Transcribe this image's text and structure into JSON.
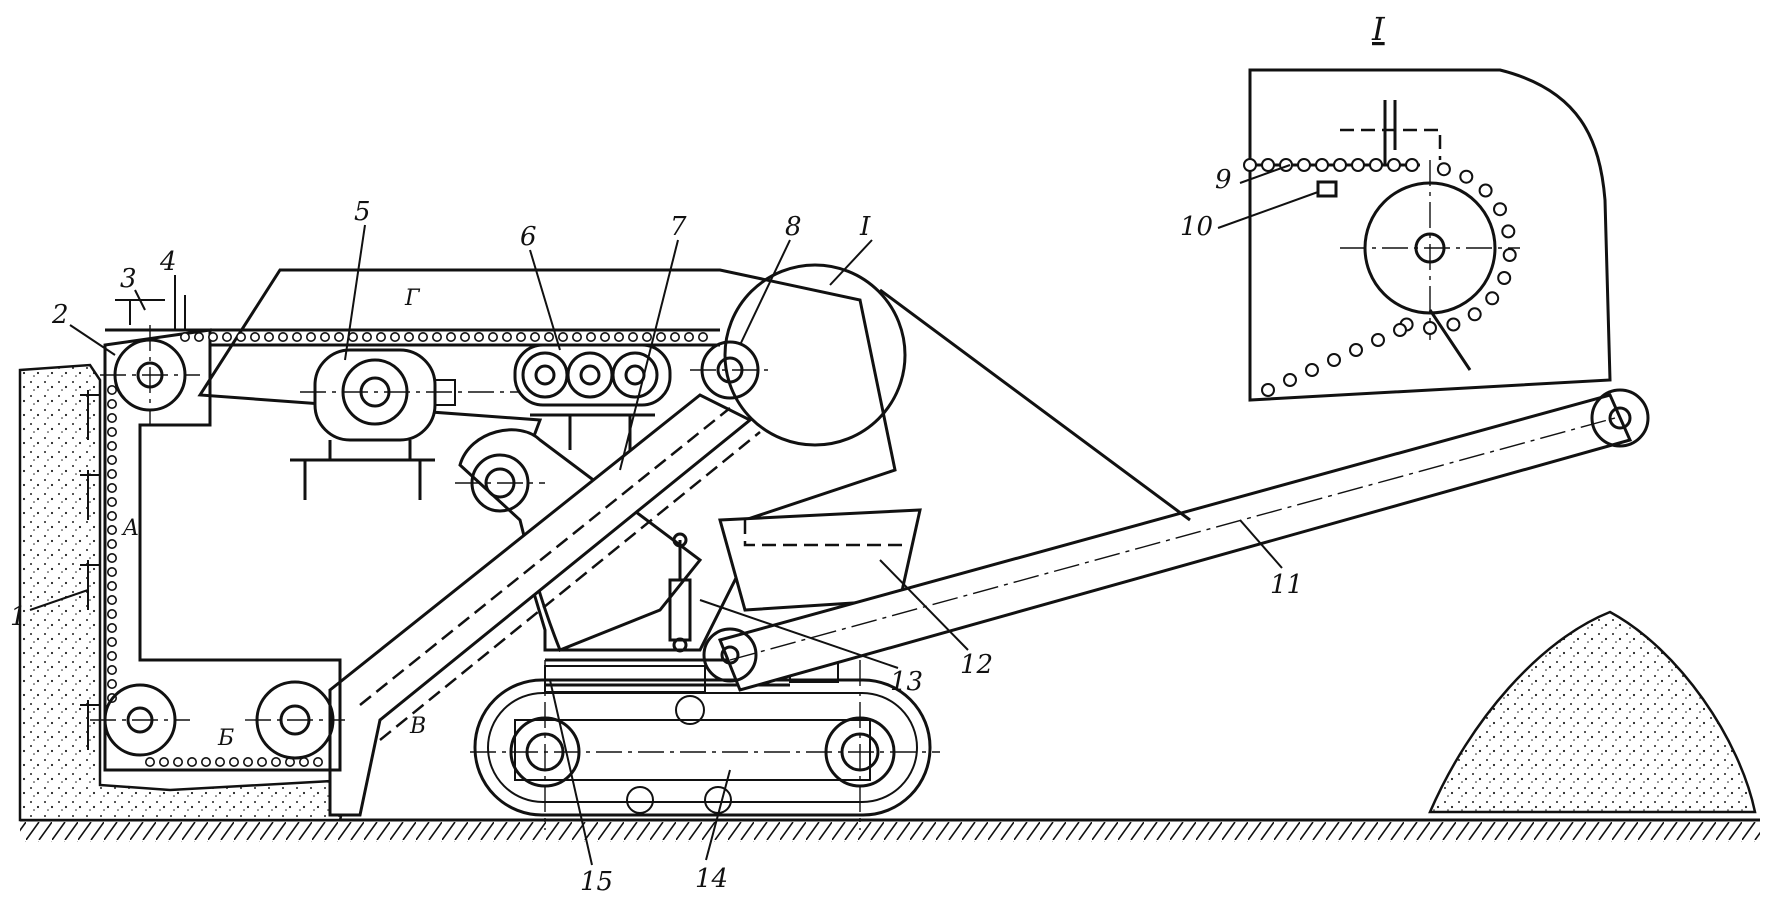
{
  "figure": {
    "detail_title": "I",
    "callout_label": "I",
    "labels": {
      "l1": "1",
      "l2": "2",
      "l3": "3",
      "l4": "4",
      "l5": "5",
      "l6": "6",
      "l7": "7",
      "l8": "8",
      "l9": "9",
      "l10": "10",
      "l11": "11",
      "l12": "12",
      "l13": "13",
      "l14": "14",
      "l15": "15"
    },
    "zone_labels": {
      "a": "A",
      "b": "Б",
      "v": "В",
      "g": "Г"
    }
  }
}
